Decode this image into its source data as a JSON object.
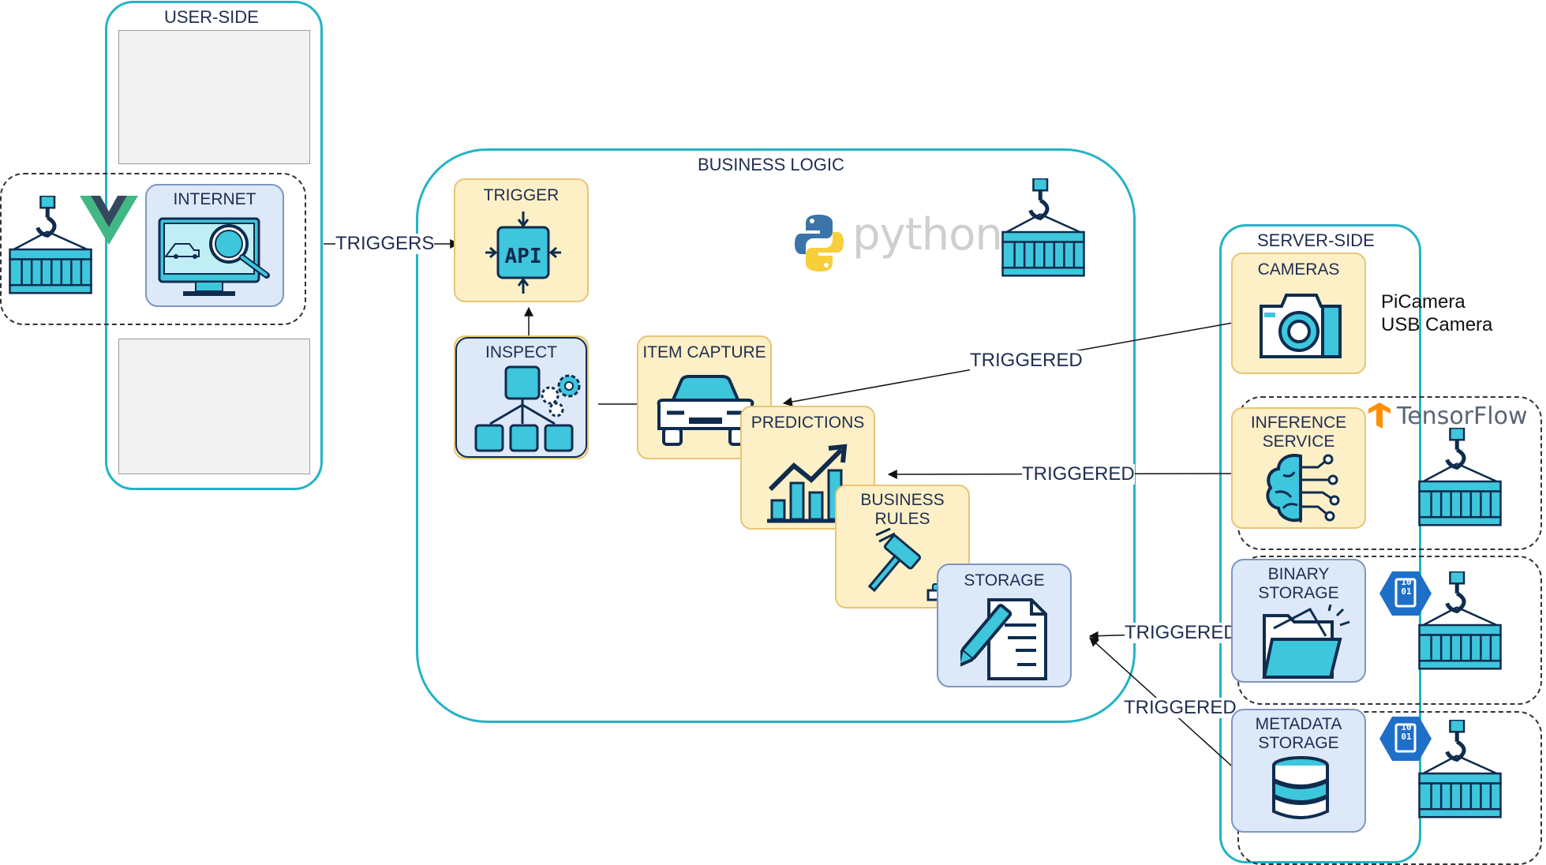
{
  "groups": {
    "user_side": "USER-SIDE",
    "business_logic": "BUSINESS LOGIC",
    "server_side": "SERVER-SIDE"
  },
  "nodes": {
    "internet": "INTERNET",
    "trigger": "TRIGGER",
    "api": "API",
    "inspect": "INSPECT",
    "item_capture": "ITEM CAPTURE",
    "predictions": "PREDICTIONS",
    "business_rules": [
      "BUSINESS",
      "RULES"
    ],
    "storage": "STORAGE",
    "cameras": "CAMERAS",
    "inference_service": [
      "INFERENCE",
      "SERVICE"
    ],
    "binary_storage": [
      "BINARY",
      "STORAGE"
    ],
    "metadata_storage": [
      "METADATA",
      "STORAGE"
    ]
  },
  "edges": {
    "triggers": "TRIGGERS",
    "triggered_cameras": "TRIGGERED",
    "triggered_inference": "TRIGGERED",
    "triggered_binary": "TRIGGERED",
    "triggered_metadata": "TRIGGERED"
  },
  "camera_types": [
    "PiCamera",
    "USB Camera"
  ],
  "logos": {
    "python": "python",
    "tensorflow": "TensorFlow",
    "binary_hex": "10\n01"
  },
  "colors": {
    "group_border": "#23b3c6",
    "yellow_fill": "#fdf0c7",
    "yellow_border": "#e6c574",
    "blue_fill": "#dde8f8",
    "blue_border": "#7f96c0",
    "icon_cyan": "#3ec6dd",
    "icon_dark": "#0f2c4e",
    "vue_green": "#41b883",
    "vue_dark": "#35495e",
    "azure_blue": "#1e6fc8",
    "tf_orange": "#ff8f00"
  }
}
